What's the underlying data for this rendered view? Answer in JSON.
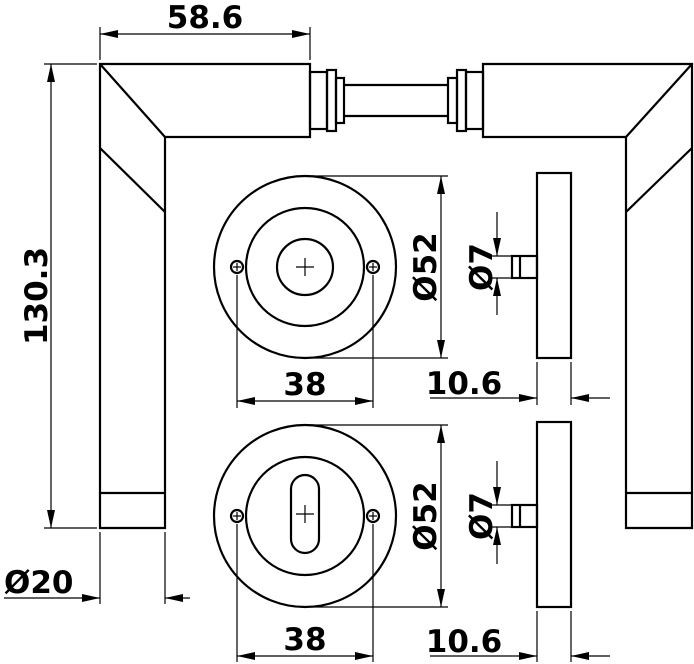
{
  "drawing": {
    "handle_width": "58.6",
    "handle_height": "130.3",
    "handle_diameter": "Ø20",
    "rose_upper_diameter": "Ø52",
    "rose_upper_pitch": "38",
    "rose_upper_thickness": "10.6",
    "rose_upper_pin_diameter": "Ø7",
    "rose_lower_diameter": "Ø52",
    "rose_lower_pitch": "38",
    "rose_lower_thickness": "10.6",
    "rose_lower_pin_diameter": "Ø7"
  }
}
